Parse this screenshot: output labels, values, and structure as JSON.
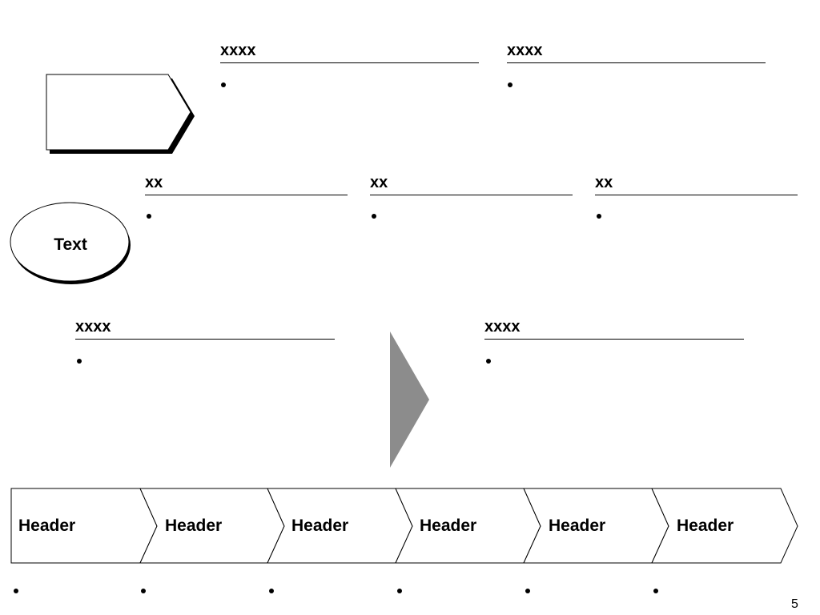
{
  "top_section": {
    "headings": [
      "xxxx",
      "xxxx"
    ]
  },
  "middle_section": {
    "ellipse_label": "Text",
    "headings": [
      "xx",
      "xx",
      "xx"
    ]
  },
  "lower_section": {
    "headings": [
      "xxxx",
      "xxxx"
    ],
    "arrow_color": "#8c8c8c"
  },
  "process_bar": {
    "steps": [
      "Header",
      "Header",
      "Header",
      "Header",
      "Header",
      "Header"
    ]
  },
  "page_number": "5"
}
